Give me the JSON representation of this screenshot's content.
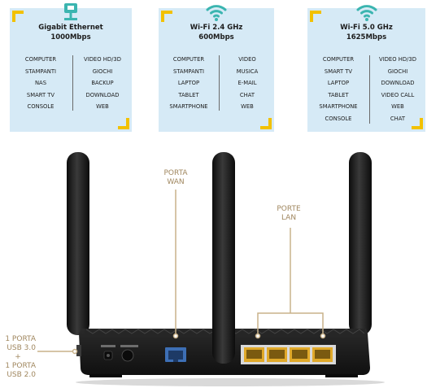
{
  "cards": [
    {
      "icon": "ethernet-icon",
      "title": "Gigabit Ethernet",
      "speed": "1000Mbps",
      "left_col": [
        "COMPUTER",
        "STAMPANTI",
        "NAS",
        "SMART TV",
        "CONSOLE"
      ],
      "right_col": [
        "VIDEO HD/3D",
        "GIOCHI",
        "BACKUP",
        "DOWNLOAD",
        "WEB"
      ]
    },
    {
      "icon": "wifi-icon",
      "title": "Wi-Fi 2.4 GHz",
      "speed": "600Mbps",
      "left_col": [
        "COMPUTER",
        "STAMPANTI",
        "LAPTOP",
        "TABLET",
        "SMARTPHONE"
      ],
      "right_col": [
        "VIDEO",
        "MUSICA",
        "E-MAIL",
        "CHAT",
        "WEB"
      ]
    },
    {
      "icon": "wifi-icon",
      "title": "Wi-Fi 5.0 GHz",
      "speed": "1625Mbps",
      "left_col": [
        "COMPUTER",
        "SMART TV",
        "LAPTOP",
        "TABLET",
        "SMARTPHONE",
        "CONSOLE"
      ],
      "right_col": [
        "VIDEO HD/3D",
        "GIOCHI",
        "DOWNLOAD",
        "VIDEO CALL",
        "WEB",
        "CHAT"
      ]
    }
  ],
  "labels": {
    "wan": [
      "PORTA",
      "WAN"
    ],
    "lan": [
      "PORTE",
      "LAN"
    ],
    "usb": [
      "1 PORTA",
      "USB 3.0",
      "+",
      "1 PORTA",
      "USB 2.0"
    ]
  },
  "colors": {
    "card_bg": "#d6eaf6",
    "corner_accent": "#f2c100",
    "icon_teal": "#3bb5b0",
    "label_tan": "#a0875f",
    "router_body": "#1b1b1b",
    "wan_port": "#3d6fb5",
    "lan_port": "#e0a92a"
  }
}
